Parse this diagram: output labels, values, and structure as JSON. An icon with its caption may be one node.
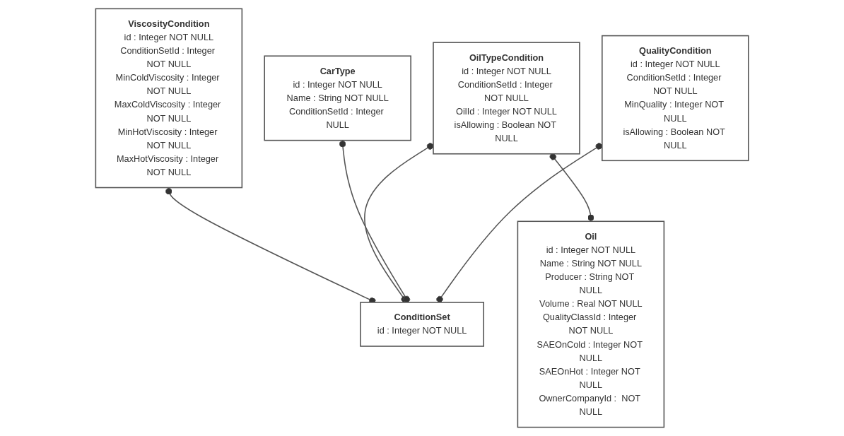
{
  "diagram": {
    "nodes": [
      {
        "text": [
          "ViscosityCondition",
          "id : Integer NOT NULL",
          "ConditionSetId : Integer NOT NULL",
          "MinColdViscosity : Integer NOT NULL",
          "MaxColdViscosity : Integer NOT NULL",
          "MinHotViscosity : Integer NOT NULL",
          "MaxHotViscosity : Integer NOT NULL"
        ]
      },
      {
        "text": [
          "OilTypeCondition",
          "id : Integer NOT NULL",
          "ConditionSetId : Integer NOT NULL",
          "OilId : Integer NOT NULL",
          "isAllowing : Boolean NOT NULL"
        ]
      },
      {
        "text": [
          "Oil",
          "id : Integer NOT NULL",
          "Name : String NOT NULL",
          "Producer : String NOT NULL",
          "Volume : Real NOT NULL",
          "QualityClassId : Integer NOT NULL",
          "SAEOnCold : Integer NOT NULL",
          "SAEOnHot : Integer NOT NULL",
          "OwnerCompanyId :  NOT NULL"
        ]
      },
      {
        "text": [
          "CarType",
          "id : Integer NOT NULL",
          "Name : String NOT NULL",
          "ConditionSetId : Integer NULL"
        ]
      },
      {
        "text": [
          "ConditionSet",
          "id : Integer NOT NULL"
        ]
      },
      {
        "text": [
          "QualityCondition",
          "id : Integer NOT NULL",
          "ConditionSetId : Integer NOT NULL",
          "MinQuality : Integer NOT NULL",
          "isAllowing : Boolean NOT NULL"
        ]
      }
    ],
    "edges": [
      {
        "from": 0,
        "to": 4,
        "arrow": "other"
      },
      {
        "from": 1,
        "to": 2,
        "arrow": "other"
      },
      {
        "from": 1,
        "to": 4,
        "arrow": "other"
      },
      {
        "from": 3,
        "to": 4,
        "arrow": "other"
      },
      {
        "from": 5,
        "to": 4,
        "arrow": "other"
      }
    ]
  }
}
